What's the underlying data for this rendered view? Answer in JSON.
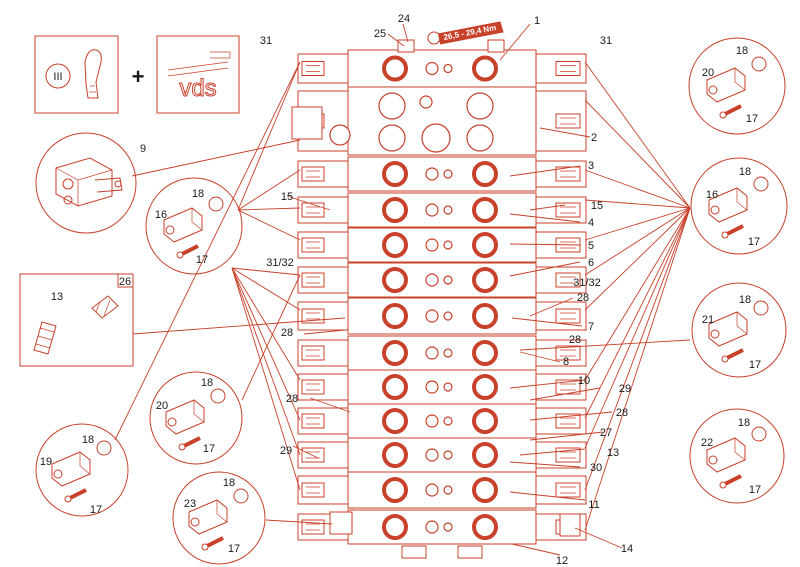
{
  "torque_label": "26,5 - 29,4 Nm",
  "roman_numeral": "III",
  "logo_text": "vds",
  "plus_sign": "+",
  "callouts": {
    "n1": "1",
    "n2": "2",
    "n3": "3",
    "n4": "4",
    "n5": "5",
    "n6": "6",
    "n7": "7",
    "n8": "8",
    "n9": "9",
    "n10": "10",
    "n11": "11",
    "n12": "12",
    "n13": "13",
    "n14": "14",
    "n15": "15",
    "n16": "16",
    "n17": "17",
    "n18": "18",
    "n19": "19",
    "n20": "20",
    "n21": "21",
    "n22": "22",
    "n23": "23",
    "n24": "24",
    "n25": "25",
    "n26": "26",
    "n27": "27",
    "n28": "28",
    "n29": "29",
    "n30": "30",
    "n31": "31",
    "n3132": "31/32"
  },
  "colors": {
    "line": "#c8412a",
    "text": "#1a1a1a"
  }
}
